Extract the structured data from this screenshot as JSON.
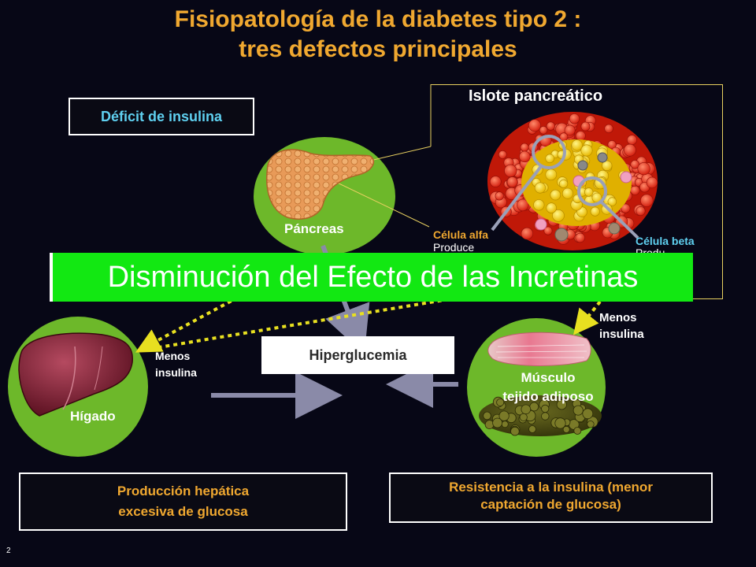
{
  "title": {
    "line1": "Fisiopatología de la diabetes tipo 2 :",
    "line2": "tres defectos principales"
  },
  "deficit_label": "Déficit de insulina",
  "islet": {
    "title": "Islote pancreático",
    "alpha_label": "Célula alfa",
    "alpha_sub": "Produce",
    "beta_label": "Célula beta",
    "beta_sub": "Produ"
  },
  "organs": {
    "pancreas": "Páncreas",
    "liver": "Hígado",
    "muscle_line1": "Músculo",
    "muscle_line2": "tejido adiposo"
  },
  "incretin_banner": "Disminución del Efecto de las Incretinas",
  "hyperglycemia": "Hiperglucemia",
  "less_insulin_liver": {
    "line1": "Menos",
    "line2": "insulina"
  },
  "less_insulin_muscle": {
    "line1": "Menos",
    "line2": "insulina"
  },
  "hepatic_box": {
    "line1": "Producción hepática",
    "line2": "excesiva de glucosa"
  },
  "resistance_box": {
    "line1": "Resistencia a la insulina (menor",
    "line2": "captación de glucosa)"
  },
  "slide_number": "2",
  "colors": {
    "background": "#070716",
    "title_orange": "#f0a830",
    "cyan": "#5fd0f0",
    "organ_green": "#6db82a",
    "banner_green": "#12e812",
    "dotted_yellow": "#e8e020",
    "arrow_gray": "#8a8aa8"
  },
  "icons": [
    "pancreas-organ-icon",
    "liver-organ-icon",
    "muscle-tissue-icon",
    "adipose-tissue-icon",
    "pancreatic-islet-icon"
  ]
}
